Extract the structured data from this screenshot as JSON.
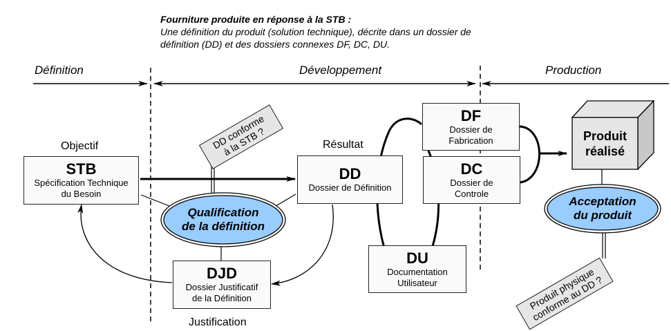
{
  "intro": {
    "title": "Fourniture produite en réponse à la STB :",
    "lines": [
      "Une définition du produit (solution technique), décrite dans un dossier de",
      "définition (DD) et des dossiers connexes DF, DC, DU."
    ]
  },
  "phases": [
    {
      "label": "Définition"
    },
    {
      "label": "Développement"
    },
    {
      "label": "Production"
    }
  ],
  "labels": {
    "objectif": "Objectif",
    "resultat": "Résultat",
    "justification": "Justification"
  },
  "boxes": {
    "stb": {
      "code": "STB",
      "desc_lines": [
        "Spécification Technique",
        "du Besoin"
      ]
    },
    "dd": {
      "code": "DD",
      "desc_lines": [
        "Dossier de Définition"
      ]
    },
    "djd": {
      "code": "DJD",
      "desc_lines": [
        "Dossier Justificatif",
        "de la Définition"
      ]
    },
    "df": {
      "code": "DF",
      "desc_lines": [
        "Dossier de",
        "Fabrication"
      ]
    },
    "dc": {
      "code": "DC",
      "desc_lines": [
        "Dossier de",
        "Controle"
      ]
    },
    "du": {
      "code": "DU",
      "desc_lines": [
        "Documentation",
        "Utilisateur"
      ]
    }
  },
  "ellipses": {
    "qualification": {
      "lines": [
        "Qualification",
        "de la définition"
      ]
    },
    "acceptation": {
      "lines": [
        "Acceptation",
        "du produit"
      ]
    }
  },
  "tags": {
    "dd_conforme": {
      "lines": [
        "DD conforme",
        "à la STB ?"
      ]
    },
    "produit_conforme": {
      "lines": [
        "Produit physique",
        "conforme au DD ?"
      ]
    }
  },
  "product": {
    "lines": [
      "Produit",
      "réalisé"
    ]
  },
  "colors": {
    "ellipse_fill": "#99ccff",
    "tag_fill": "#e6e6e6",
    "cube_front": "#e6e6e6",
    "cube_side": "#c8c8c8",
    "line": "#000000"
  }
}
